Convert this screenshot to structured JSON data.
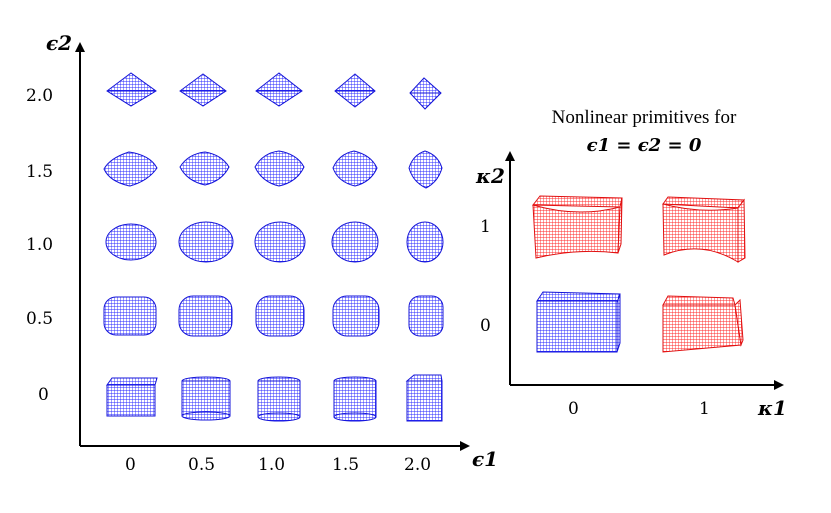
{
  "left_panel": {
    "x_axis_label": "ϵ1",
    "y_axis_label": "ϵ2",
    "x_ticks": [
      "0",
      "0.5",
      "1.0",
      "1.5",
      "2.0"
    ],
    "y_ticks": [
      "2.0",
      "1.5",
      "1.0",
      "0.5",
      "0"
    ],
    "primitive_color": "#1a1aff",
    "grid": [
      [
        "diamond",
        "diamond",
        "diamond",
        "diamond",
        "diamond-small"
      ],
      [
        "rounded-diamond",
        "rounded-diamond",
        "rounded-diamond",
        "rounded-diamond",
        "rounded-diamond"
      ],
      [
        "ellipsoid",
        "ellipsoid",
        "ellipsoid",
        "ellipsoid",
        "ellipsoid"
      ],
      [
        "rounded-box",
        "rounded-box",
        "rounded-box",
        "rounded-box",
        "rounded-box"
      ],
      [
        "cube",
        "cylinder",
        "cylinder",
        "cylinder",
        "cube"
      ]
    ]
  },
  "right_panel": {
    "title_line1": "Nonlinear primitives for",
    "title_line2": "ϵ1 = ϵ2 = 0",
    "x_axis_label": "κ1",
    "y_axis_label": "κ2",
    "x_ticks": [
      "0",
      "1"
    ],
    "y_ticks": [
      "1",
      "0"
    ],
    "linear_color": "#1a1aff",
    "nonlinear_color": "#ff1a1a",
    "cells": [
      {
        "kappa1": "0",
        "kappa2": "1",
        "shape": "bent-box",
        "color": "nonlinear"
      },
      {
        "kappa1": "1",
        "kappa2": "1",
        "shape": "twisted-box",
        "color": "nonlinear"
      },
      {
        "kappa1": "0",
        "kappa2": "0",
        "shape": "box",
        "color": "linear"
      },
      {
        "kappa1": "1",
        "kappa2": "0",
        "shape": "tapered-box",
        "color": "nonlinear"
      }
    ]
  }
}
